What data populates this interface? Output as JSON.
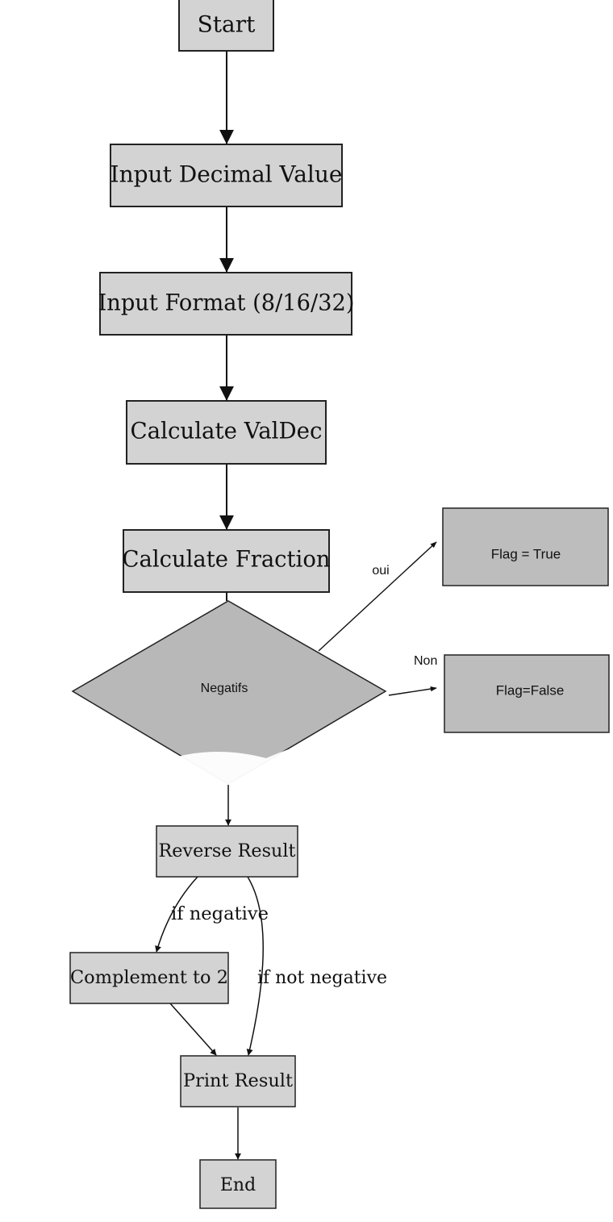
{
  "diagram": {
    "colors": {
      "node_fill": "#d3d3d3",
      "decision_fill": "#b8b8b8",
      "side_fill": "#bdbdbd",
      "stroke": "#222222",
      "background": "#ffffff"
    },
    "nodes": {
      "start": "Start",
      "input_decimal": "Input Decimal Value",
      "input_format": "Input Format (8/16/32)",
      "calc_valdec": "Calculate ValDec",
      "calc_fraction": "Calculate Fraction",
      "decision_negatifs": "Negatifs",
      "flag_true": "Flag = True",
      "flag_false": "Flag=False",
      "reverse_result": "Reverse Result",
      "complement_to_2": "Complement to 2",
      "print_result": "Print Result",
      "end": "End"
    },
    "edge_labels": {
      "oui": "oui",
      "non": "Non",
      "if_negative": "if negative",
      "if_not_negative": "if not negative"
    }
  }
}
